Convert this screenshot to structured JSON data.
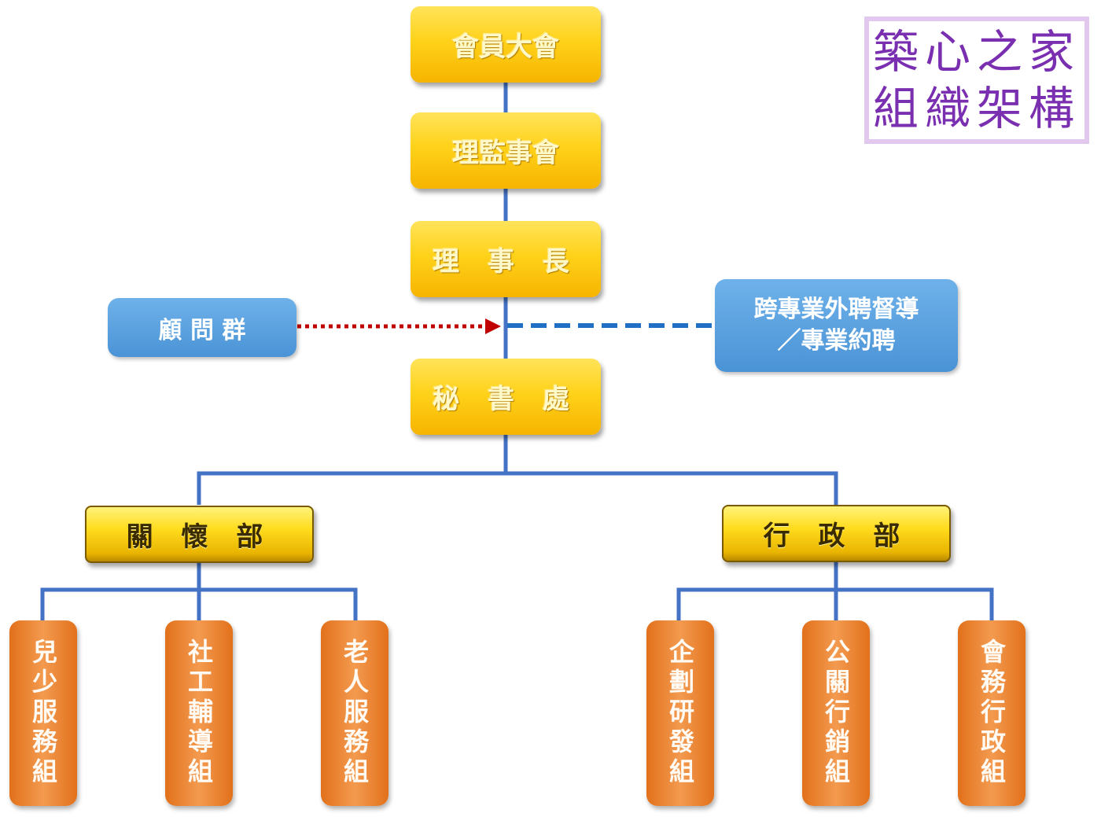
{
  "title": {
    "line1": "築心之家",
    "line2": "組織架構"
  },
  "top_chain": {
    "general_assembly": "會員大會",
    "board": "理監事會",
    "chairman": "理 事 長",
    "secretariat": "秘 書 處"
  },
  "advisors": "顧 問 群",
  "supervisors": {
    "line1": "跨專業外聘督導",
    "line2": "／專業約聘"
  },
  "departments": {
    "care": {
      "label": "關 懷 部",
      "groups": [
        "兒少服務組",
        "社工輔導組",
        "老人服務組"
      ]
    },
    "admin": {
      "label": "行 政 部",
      "groups": [
        "企劃研發組",
        "公關行銷組",
        "會務行政組"
      ]
    }
  },
  "colors": {
    "connector": "#4472c4",
    "advisor_arrow": "#c00000",
    "supervisor_dash": "#1f6fc4",
    "title_text": "#7a2fb0"
  }
}
